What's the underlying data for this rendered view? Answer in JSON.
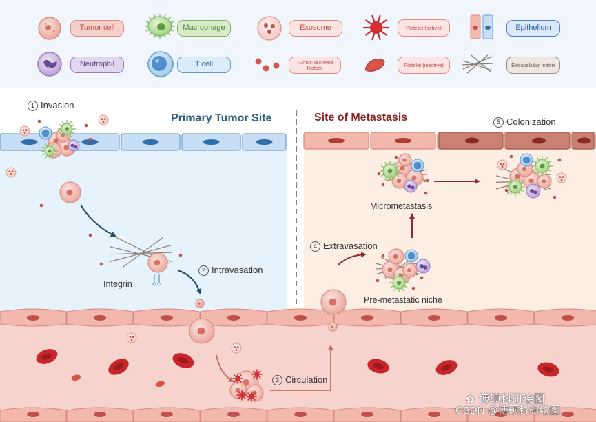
{
  "legend": [
    {
      "key": "tumor_cell",
      "label": "Tumor cell",
      "fill": "#f6d0cb",
      "border": "#e08a80",
      "color": "#c0504a",
      "small": false
    },
    {
      "key": "macrophage",
      "label": "Macrophage",
      "fill": "#d9ecc9",
      "border": "#7fb75c",
      "color": "#4f7f32",
      "small": false
    },
    {
      "key": "exosome",
      "label": "Exosome",
      "fill": "#fbe4e2",
      "border": "#e08a80",
      "color": "#c0504a",
      "small": false
    },
    {
      "key": "platelet_active",
      "label": "Platelet (active)",
      "fill": "#fbe4e2",
      "border": "#e08a80",
      "color": "#c0504a",
      "small": true
    },
    {
      "key": "epithelium",
      "label": "Epithelium",
      "fill": "#dbe8f8",
      "border": "#4f81c7",
      "color": "#2f5ea5",
      "small": false
    },
    {
      "key": "neutrophil",
      "label": "Neutrophil",
      "fill": "#e3d6ef",
      "border": "#9a7bc0",
      "color": "#5d3f86",
      "small": false
    },
    {
      "key": "t_cell",
      "label": "T cell",
      "fill": "#dcecf9",
      "border": "#5b9bd5",
      "color": "#2f6ea8",
      "small": false
    },
    {
      "key": "tumor_secreted_factors",
      "label": "Tumor-secreted factors",
      "fill": "#fbe4e2",
      "border": "#e08a80",
      "color": "#c0504a",
      "small": true
    },
    {
      "key": "platelet_inactive",
      "label": "Platelet (inactive)",
      "fill": "#fbe4e2",
      "border": "#e08a80",
      "color": "#c0504a",
      "small": true
    },
    {
      "key": "extracellular_matrix",
      "label": "Extracellular matrix",
      "fill": "#efe6e1",
      "border": "#a08c80",
      "color": "#6a5a50",
      "small": true
    }
  ],
  "regions": {
    "primary_title": "Primary Tumor Site",
    "metastasis_title": "Site of Metastasis"
  },
  "steps": {
    "invasion": {
      "num": "1",
      "label": "Invasion"
    },
    "intravasation": {
      "num": "2",
      "label": "Intravasation"
    },
    "circulation": {
      "num": "3",
      "label": "Circulation"
    },
    "extravasation": {
      "num": "4",
      "label": "Extravasation"
    },
    "colonization": {
      "num": "5",
      "label": "Colonization"
    }
  },
  "labels": {
    "integrin": "Integrin",
    "micrometastasis": "Micrometastasis",
    "premetastatic_niche": "Pre-metastatic niche"
  },
  "watermark": {
    "line1": "博硕科研绘图",
    "line2": "CSDN @博硕科研绘图"
  },
  "colors": {
    "primary_title": "#2c5f7a",
    "metastasis_title": "#8a2424",
    "primary_bg": "#e7f3fc",
    "metastasis_bg": "#fdeee4",
    "vessel_bg": "#f6d3cd",
    "legend_bg": "#f0f6fc",
    "rbc": "#c8262b",
    "arrow_primary": "#1f4d66",
    "arrow_metastasis": "#8a2d2d"
  }
}
